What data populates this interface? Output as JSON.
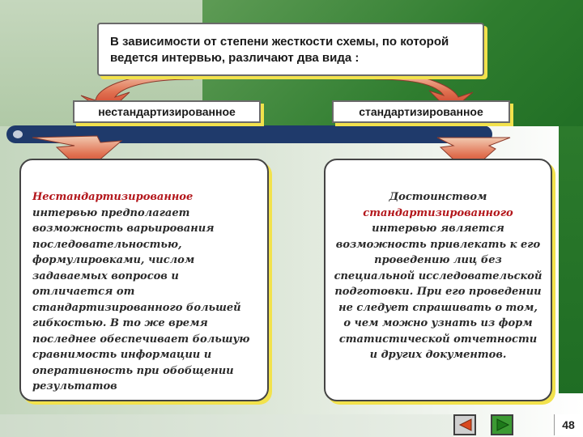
{
  "slide": {
    "title_text": "В зависимости от степени жесткости схемы, по которой ведется интервью, различают два вида :",
    "left_label": "нестандартизированное",
    "right_label": "стандартизированное",
    "left_box": {
      "highlight": "Нестандартизированное",
      "body": " интервью предполагает возможность варьирования последовательностью, формулировками, числом задаваемых вопросов и отличается от стандартизированного большей гибкостью. В то же время последнее обеспечивает большую сравнимость информации и оперативность при обобщении результатов"
    },
    "right_box": {
      "lead": "Достоинством ",
      "highlight": "стандартизированного",
      "body": " интервью является возможность привлекать к его проведению лиц без специальной исследовательской подготовки. При его проведении не следует спрашивать о том, о чем можно узнать из форм статистической отчетности и других документов."
    },
    "page_number": "48"
  },
  "colors": {
    "accent_red": "#b3161b",
    "shadow_yellow": "#f2e24c",
    "band_navy": "#1f3a6b",
    "nav_green": "#3c9a33"
  },
  "icons": {
    "back": "triangle-left-icon",
    "forward": "triangle-right-icon"
  }
}
